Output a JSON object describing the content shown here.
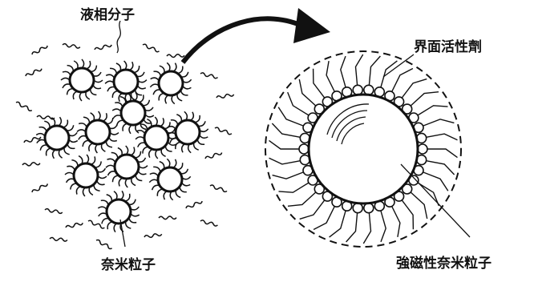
{
  "labels": {
    "liquid_molecule": "液相分子",
    "nanoparticle": "奈米粒子",
    "surfactant": "界面活性劑",
    "strong_magnetic_nanoparticle": "強磁性奈米粒子"
  },
  "colors": {
    "ink": "#111111",
    "background": "#ffffff"
  }
}
